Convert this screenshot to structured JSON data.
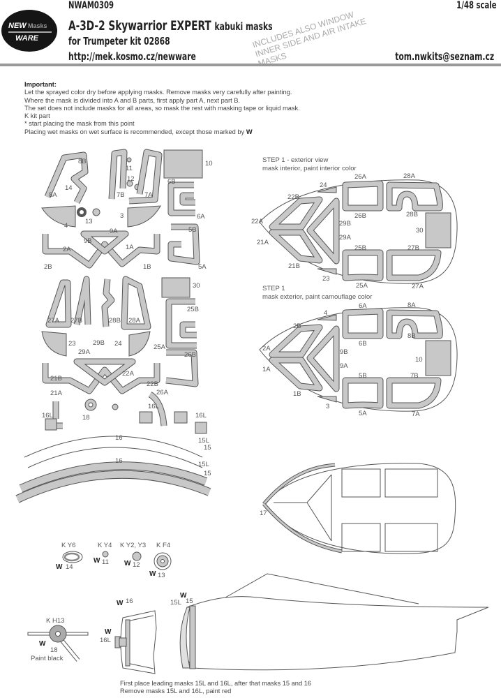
{
  "header": {
    "code": "NWAM0309",
    "scale": "1/48 scale",
    "title": "A-3D-2 Skywarrior EXPERT",
    "title_suffix": "kabuki masks",
    "kit": "for Trumpeter kit 02868",
    "url": "http://mek.kosmo.cz/newware",
    "email": "tom.nwkits@seznam.cz",
    "logo_text": [
      "NEW",
      "Masks",
      "WARE"
    ],
    "stamp": [
      "INCLUDES ALSO WINDOW",
      "INNER SIDE AND AIR INTAKE",
      "MASKS"
    ]
  },
  "important": {
    "heading": "Important:",
    "lines": [
      "Let the sprayed color dry before applying masks. Remove masks very carefully after painting.",
      "Where the mask is divided into A and B parts, first apply part A, next part B.",
      "The set does not include masks for all areas, so mask the rest with masking tape or liquid mask.",
      "K kit part",
      "*  start placing the mask from this point",
      "Placing wet masks on wet surface is recommended, except those marked by"
    ],
    "w_mark": "W"
  },
  "sheet_labels": [
    "8B",
    "11",
    "12",
    "14",
    "7B",
    "7A",
    "8A",
    "10",
    "6B",
    "6A",
    "4",
    "13",
    "3",
    "9A",
    "9B",
    "2A",
    "1A",
    "5B",
    "2B",
    "1B",
    "5A",
    "30",
    "27A",
    "27B",
    "28B",
    "28A",
    "25B",
    "23",
    "24",
    "29A",
    "29B",
    "25A",
    "26B",
    "22A",
    "21B",
    "22B",
    "26A",
    "21A",
    "16L",
    "18",
    "16L",
    "16L",
    "16",
    "15L",
    "15",
    "16",
    "15L",
    "15"
  ],
  "step_a": {
    "title": "STEP 1 - exterior view",
    "subtitle": "mask interior, paint interior color",
    "labels": [
      "24",
      "26A",
      "28A",
      "22B",
      "22A",
      "21A",
      "26B",
      "28B",
      "29B",
      "29A",
      "30",
      "25B",
      "27B",
      "21B",
      "23",
      "25A",
      "27A"
    ]
  },
  "step_b": {
    "title": "STEP 1",
    "subtitle": "mask exterior, paint camouflage color",
    "labels": [
      "4",
      "6A",
      "8A",
      "2B",
      "2A",
      "1A",
      "6B",
      "8B",
      "9B",
      "9A",
      "10",
      "5B",
      "7B",
      "1B",
      "3",
      "5A",
      "7A"
    ]
  },
  "canopy3": {
    "label": "17"
  },
  "kit_parts": [
    {
      "kit": "K Y6",
      "mask": "14"
    },
    {
      "kit": "K Y4",
      "mask": "11"
    },
    {
      "kit": "K Y2, Y3",
      "mask": "12"
    },
    {
      "kit": "K F4",
      "mask": "13"
    }
  ],
  "propeller": {
    "kit": "K H13",
    "mask": "18",
    "note": "Paint black"
  },
  "intake": {
    "mask": "16",
    "lead": "16L"
  },
  "nacelle": {
    "lead": "15L",
    "mask": "15"
  },
  "footer": [
    "First place leading masks 15L and 16L, after that masks 15 and 16",
    "Remove masks 15L and 16L, paint red"
  ],
  "colors": {
    "mask_fill": "#c8c8c8",
    "outline": "#555555",
    "header_rule": "#999999"
  }
}
